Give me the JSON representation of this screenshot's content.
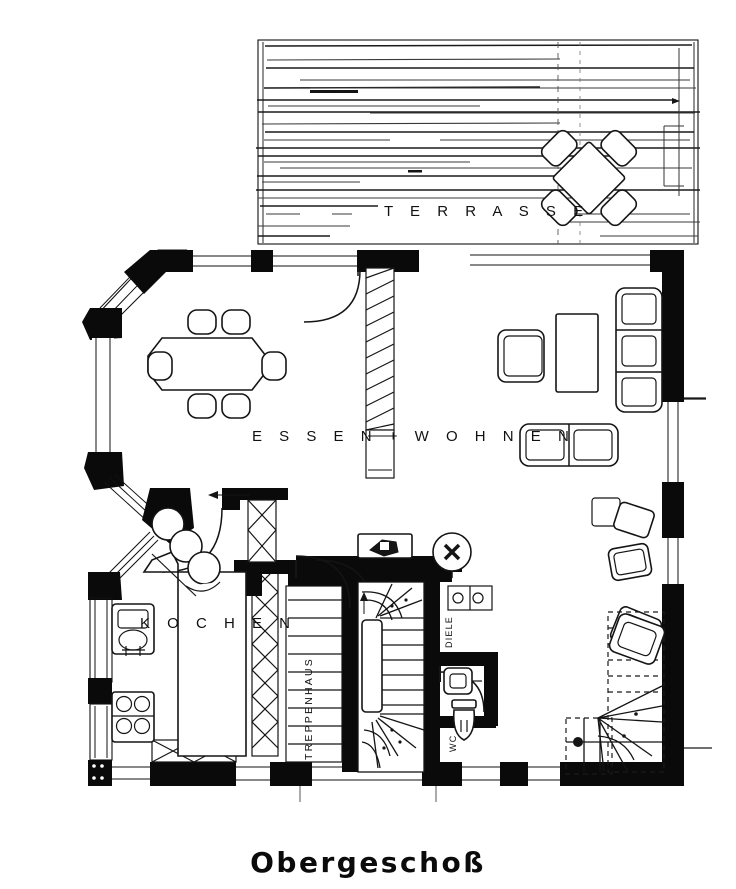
{
  "document": {
    "type": "architectural-floor-plan",
    "title": "Obergeschoß",
    "language": "de",
    "line_color": "#111111",
    "wall_fill": "#0a0a0a",
    "background": "#ffffff"
  },
  "labels": {
    "terrace": "T E R R A S S E",
    "living_dining": "E S S E N  +  W O H N E N",
    "kitchen": "K O C H E N",
    "stairwell": "TREPPENHAUS",
    "wc": "WC",
    "hall": "DIELE"
  },
  "rooms": [
    {
      "name": "Terrasse",
      "label": "T E R R A S S E",
      "kind": "terrace",
      "furniture": "round-table-4-chairs"
    },
    {
      "name": "Essen + Wohnen",
      "label": "E S S E N  +  W O H N E N",
      "kind": "living-dining",
      "furniture": "dining-table-6-chairs, sofa-set, armchair, coffee-table"
    },
    {
      "name": "Kochen",
      "label": "K O C H E N",
      "kind": "kitchen",
      "furniture": "counter, sink, cooktop, cabinets"
    },
    {
      "name": "Treppenhaus",
      "label": "TREPPENHAUS",
      "kind": "stairwell",
      "furniture": "winder-staircase"
    },
    {
      "name": "WC",
      "label": "WC",
      "kind": "toilet",
      "furniture": "toilet, washbasin"
    },
    {
      "name": "Diele",
      "label": "DIELE",
      "kind": "hall",
      "furniture": "none"
    }
  ],
  "symbols": [
    {
      "name": "ceiling-light",
      "glyph": "x",
      "shape": "circle-with-cross"
    },
    {
      "name": "dimension-arrow",
      "glyph": "→"
    }
  ],
  "title": {
    "text": "Obergeschoß"
  }
}
